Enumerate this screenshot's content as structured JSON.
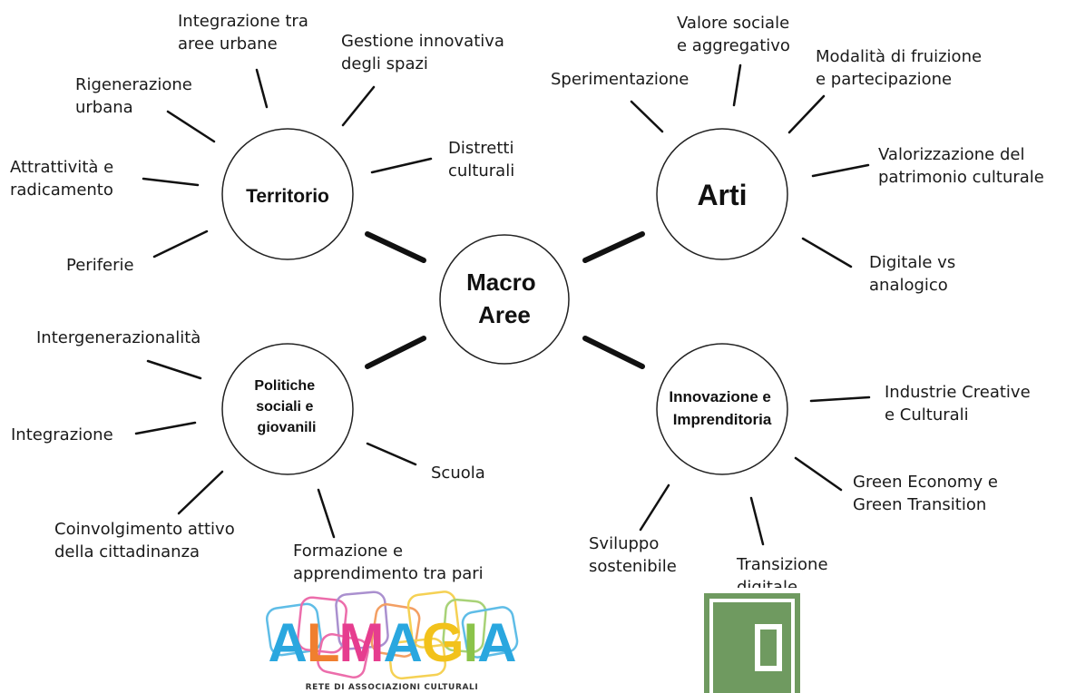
{
  "center": {
    "lines": [
      "Macro",
      "Aree"
    ]
  },
  "hubs": {
    "territorio": {
      "lines": [
        "Territorio"
      ]
    },
    "arti": {
      "lines": [
        "Arti"
      ]
    },
    "politiche": {
      "lines": [
        "Politiche",
        "sociali e",
        "giovanili"
      ]
    },
    "innovazione": {
      "lines": [
        "Innovazione e",
        "Imprenditoria"
      ]
    }
  },
  "topics": {
    "territorio": [
      {
        "id": "integrazione-aree",
        "lines": [
          "Integrazione tra",
          "aree urbane"
        ]
      },
      {
        "id": "gestione-spazi",
        "lines": [
          "Gestione innovativa",
          "degli spazi"
        ]
      },
      {
        "id": "rigenerazione",
        "lines": [
          "Rigenerazione",
          "urbana"
        ]
      },
      {
        "id": "distretti",
        "lines": [
          "Distretti",
          "culturali"
        ]
      },
      {
        "id": "attrattivita",
        "lines": [
          "Attrattività e",
          "radicamento"
        ]
      },
      {
        "id": "periferie",
        "lines": [
          "Periferie"
        ]
      }
    ],
    "arti": [
      {
        "id": "valore-sociale",
        "lines": [
          "Valore sociale",
          "e aggregativo"
        ]
      },
      {
        "id": "sperimentazione",
        "lines": [
          "Sperimentazione"
        ]
      },
      {
        "id": "modalita",
        "lines": [
          "Modalità di fruizione",
          "e partecipazione"
        ]
      },
      {
        "id": "valorizzazione",
        "lines": [
          "Valorizzazione del",
          "patrimonio culturale"
        ]
      },
      {
        "id": "digitale-analogico",
        "lines": [
          "Digitale vs",
          "analogico"
        ]
      }
    ],
    "politiche": [
      {
        "id": "intergenerazionalita",
        "lines": [
          "Intergenerazionalità"
        ]
      },
      {
        "id": "integrazione",
        "lines": [
          "Integrazione"
        ]
      },
      {
        "id": "coinvolgimento",
        "lines": [
          "Coinvolgimento attivo",
          "della cittadinanza"
        ]
      },
      {
        "id": "formazione",
        "lines": [
          "Formazione e",
          "apprendimento tra pari"
        ]
      },
      {
        "id": "scuola",
        "lines": [
          "Scuola"
        ]
      }
    ],
    "innovazione": [
      {
        "id": "industrie-creative",
        "lines": [
          "Industrie Creative",
          "e Culturali"
        ]
      },
      {
        "id": "green-economy",
        "lines": [
          "Green Economy e",
          "Green Transition"
        ]
      },
      {
        "id": "transizione-digitale",
        "lines": [
          "Transizione",
          "digitale"
        ]
      },
      {
        "id": "sviluppo-sostenibile",
        "lines": [
          "Sviluppo",
          "sostenibile"
        ]
      }
    ]
  },
  "logos": {
    "almagia": {
      "wordmark": "ALMAGIA",
      "tagline": "RETE DI ASSOCIAZIONI CULTURALI",
      "letter_colors": [
        "#2aa7df",
        "#f07f2f",
        "#e63d8f",
        "#2aa7df",
        "#f2c21b",
        "#8bc34a",
        "#2aa7df"
      ]
    },
    "emblem": {
      "color": "#6f9a60"
    }
  }
}
